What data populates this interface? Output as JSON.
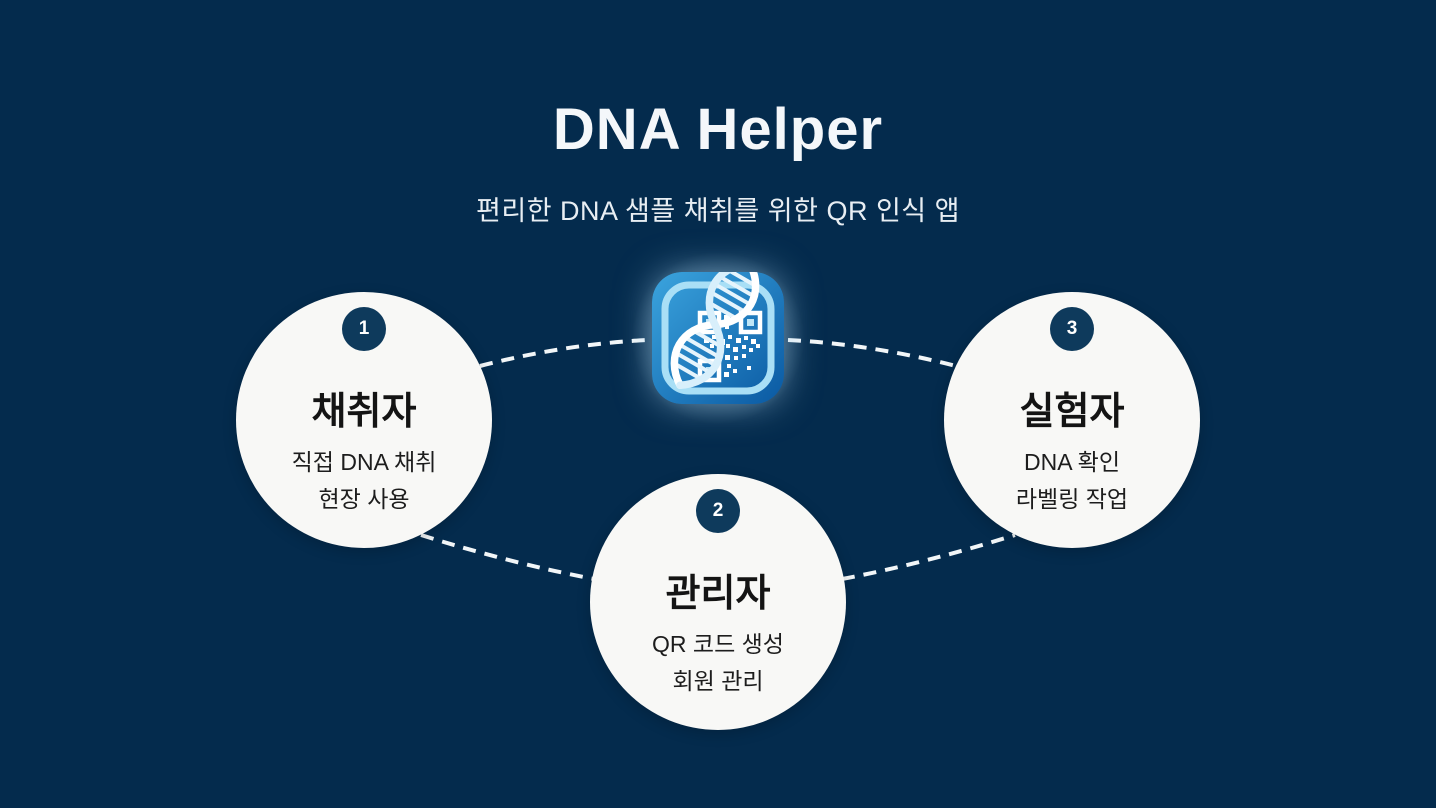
{
  "page": {
    "title": "DNA Helper",
    "subtitle": "편리한 DNA 샘플 채취를 위한 QR 인식 앱"
  },
  "icons": {
    "center": "dna-qr-app-icon"
  },
  "colors": {
    "background": "#042B4D",
    "circle_fill": "#F8F8F6",
    "badge_fill": "#0E3A5C",
    "dash_line": "#F2F6F8",
    "icon_blue_light": "#3BA4DE",
    "icon_blue_dark": "#0A59A2",
    "icon_frame": "#A9DFF6",
    "title_text": "#F4F7FA",
    "circle_text": "#141414"
  },
  "roles": [
    {
      "number": "1",
      "title": "채취자",
      "lines": [
        "직접 DNA 채취",
        "현장 사용"
      ]
    },
    {
      "number": "2",
      "title": "관리자",
      "lines": [
        "QR 코드 생성",
        "회원 관리"
      ]
    },
    {
      "number": "3",
      "title": "실험자",
      "lines": [
        "DNA 확인",
        "라벨링 작업"
      ]
    }
  ]
}
